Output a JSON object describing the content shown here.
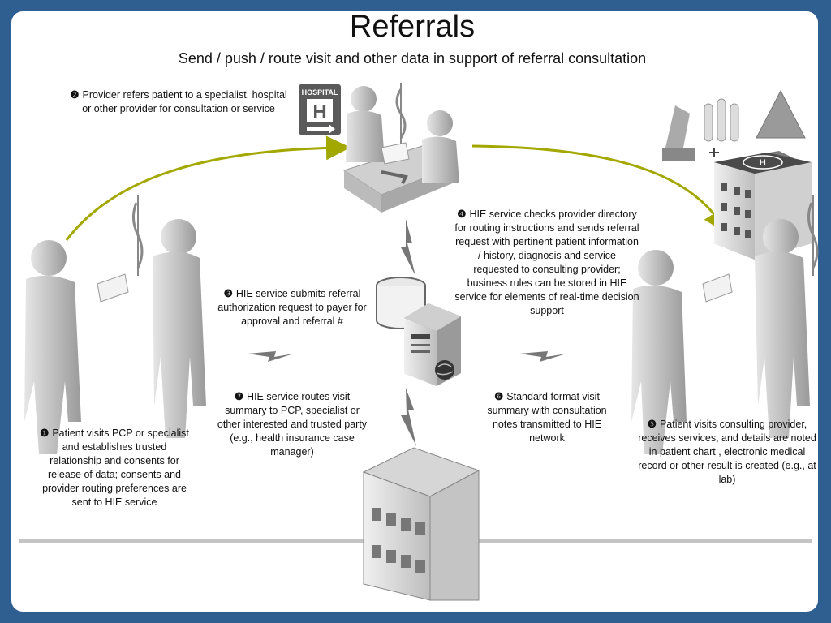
{
  "title": "Referrals",
  "subtitle": "Send / push / route visit and other data in support of referral consultation",
  "hospital_sign": {
    "label": "HOSPITAL",
    "letter": "H"
  },
  "heliport_letter": "H",
  "steps": [
    {
      "num": "❶",
      "text": "Patient visits PCP or specialist and establishes trusted relationship and consents for release of data; consents and provider routing preferences are sent to HIE service"
    },
    {
      "num": "❷",
      "text": "Provider refers patient to a specialist, hospital or other provider for consultation or service"
    },
    {
      "num": "❸",
      "text": "HIE service submits referral authorization request to payer for approval and referral #"
    },
    {
      "num": "❹",
      "text": "HIE service checks provider directory for routing instructions and sends referral request with pertinent patient information / history, diagnosis and service requested to consulting provider; business rules can be stored in HIE service for elements of real-time decision support"
    },
    {
      "num": "❺",
      "text": "Patient visits consulting provider, receives services, and details are noted in patient chart , electronic medical record or other result is created (e.g., at lab)"
    },
    {
      "num": "❻",
      "text": "Standard format visit summary with consultation notes transmitted to HIE network"
    },
    {
      "num": "❼",
      "text": "HIE service routes visit summary to PCP, specialist or other interested and trusted party (e.g., health insurance case manager)"
    }
  ],
  "colors": {
    "frame": "#2f5e90",
    "arrow": "#a3a800",
    "figure": "#c8c8c8",
    "figure_dark": "#8e8e8e"
  }
}
